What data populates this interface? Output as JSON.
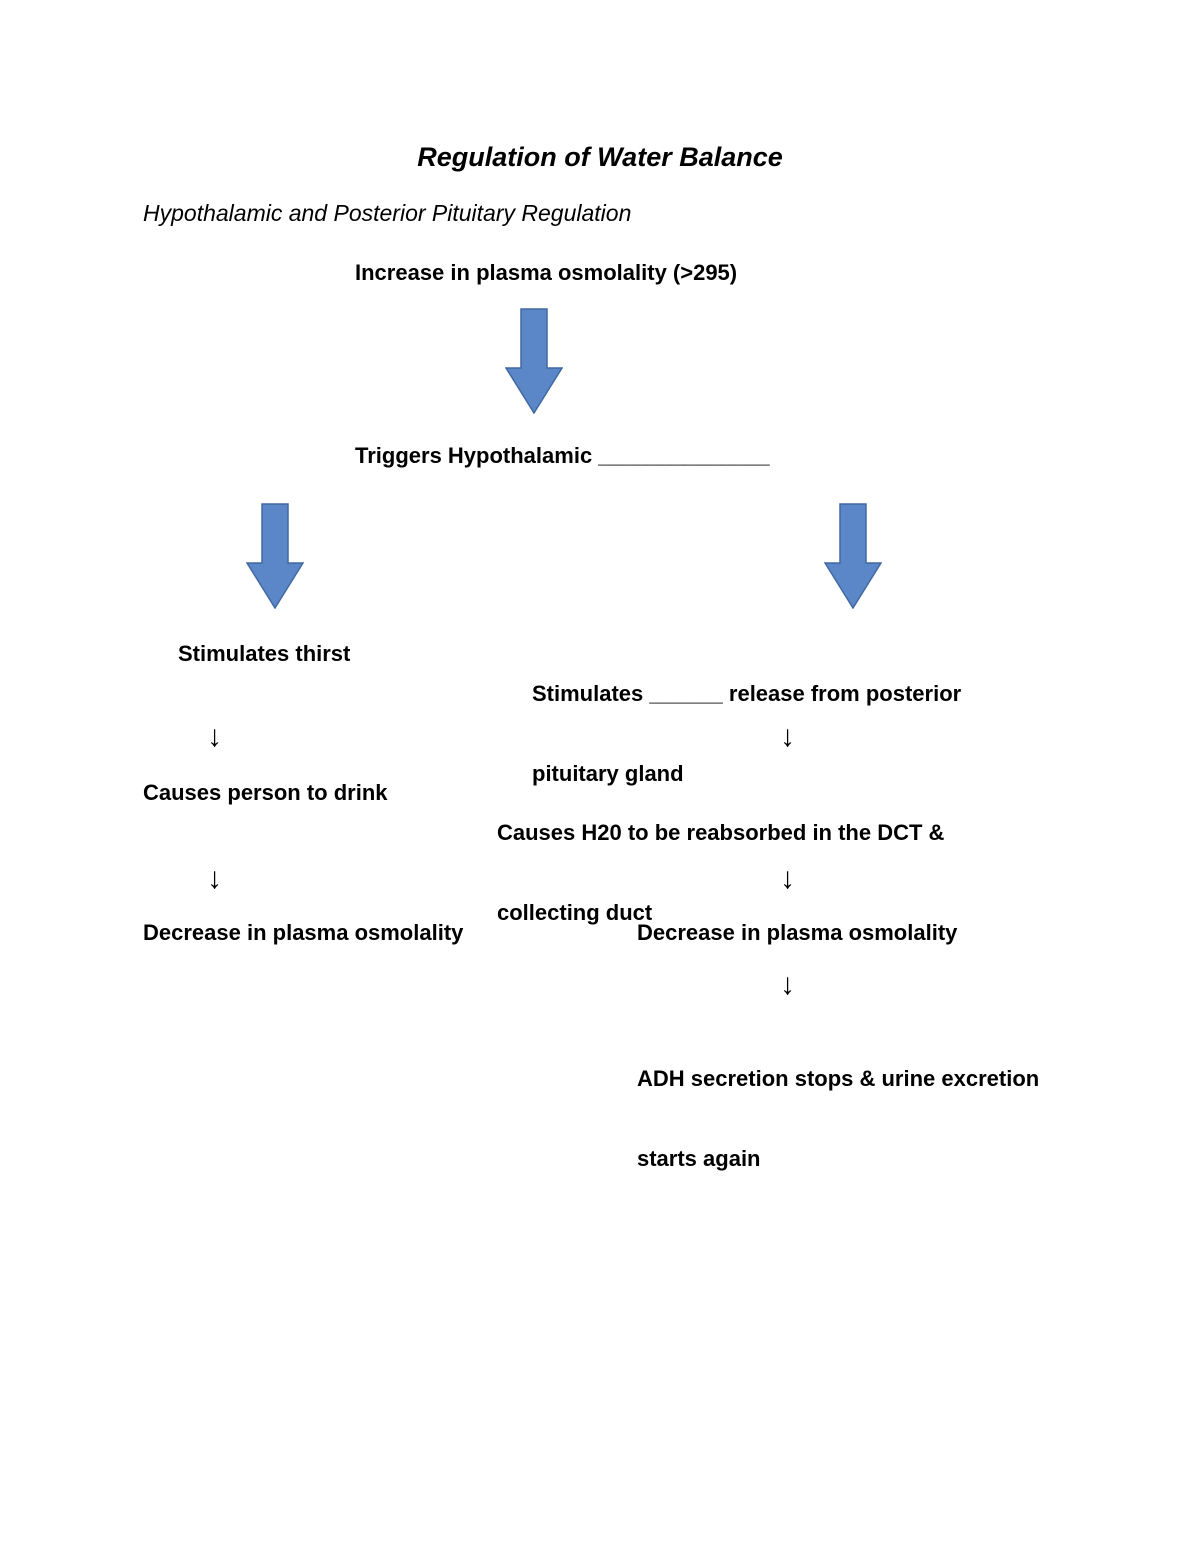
{
  "doc": {
    "title": "Regulation of Water Balance",
    "subtitle": "Hypothalamic and Posterior Pituitary Regulation"
  },
  "flow": {
    "top": {
      "step1": "Increase in plasma osmolality (>295)",
      "step2": "Triggers Hypothalamic ______________"
    },
    "left": {
      "step1": "Stimulates thirst",
      "step2": "Causes person to drink",
      "step3": "Decrease in plasma osmolality"
    },
    "right": {
      "step1_line1": "Stimulates ______ release from posterior",
      "step1_line2": "pituitary gland",
      "step2_line1": "Causes H20 to be reabsorbed in the DCT &",
      "step2_line2": "collecting duct",
      "step3": "Decrease in plasma osmolality",
      "step4_line1": "ADH secretion stops & urine excretion",
      "step4_line2": "starts again"
    }
  },
  "glyphs": {
    "down_arrow": "↓"
  },
  "colors": {
    "arrow_fill": "#5B87C9",
    "arrow_stroke": "#41699F"
  }
}
